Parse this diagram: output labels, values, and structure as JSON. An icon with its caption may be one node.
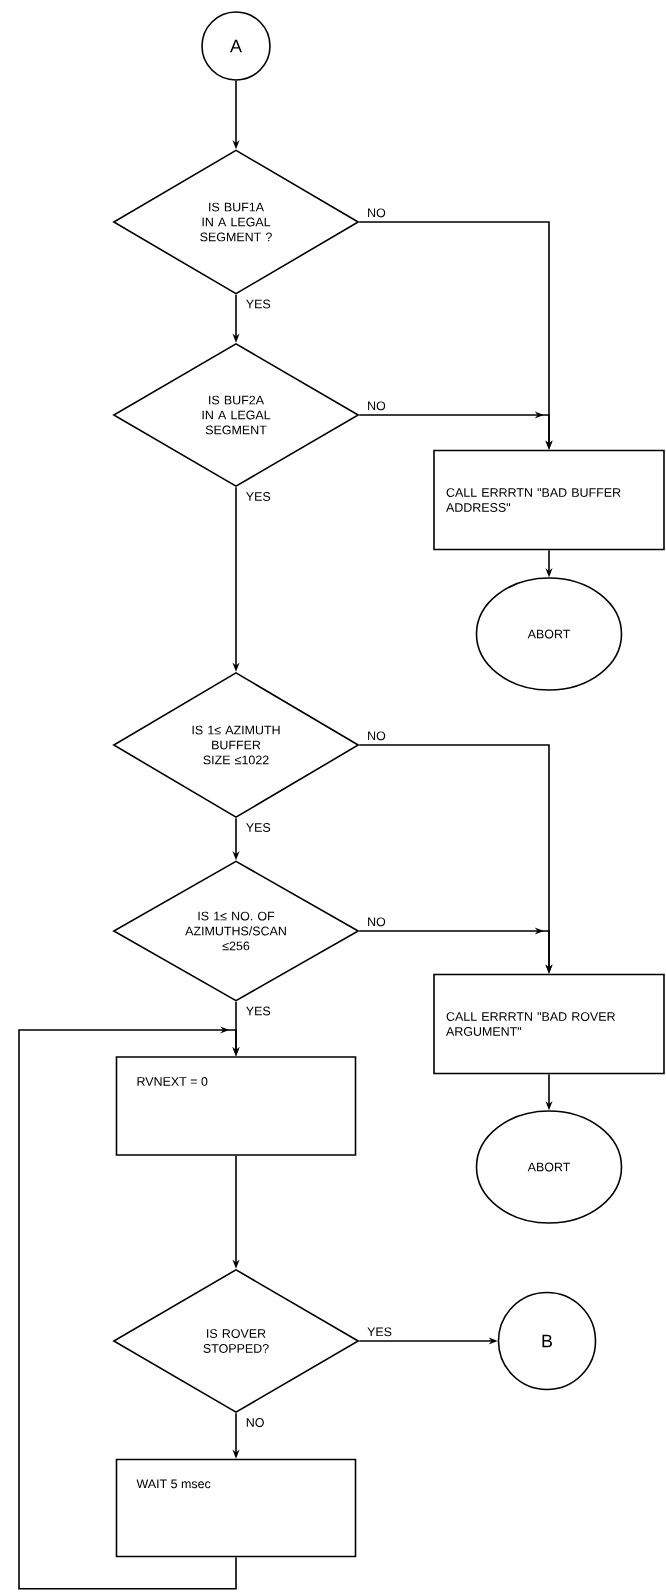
{
  "diagram": {
    "nodes": [
      {
        "text": [
          "A"
        ]
      },
      {
        "text": [
          "IS BUF1A IN A LEGAL SEGMENT ?"
        ]
      },
      {
        "text": [
          "IS BUF2A IN A LEGAL SEGMENT"
        ]
      },
      {
        "text": [
          "CALL ERRRTN \"BAD BUFFER ADDRESS\""
        ]
      },
      {
        "text": [
          "ABORT"
        ]
      },
      {
        "text": [
          "IS 1≤ AZIMUTH BUFFER SIZE ≤1022"
        ]
      },
      {
        "text": [
          "IS 1≤ NO. OF AZIMUTHS/SCAN ≤256"
        ]
      },
      {
        "text": [
          "CALL ERRRTN \"BAD ROVER ARGUMENT\""
        ]
      },
      {
        "text": [
          "ABORT"
        ]
      },
      {
        "text": [
          "RVNEXT = 0"
        ]
      },
      {
        "text": [
          "IS ROVER STOPPED?"
        ]
      },
      {
        "text": [
          "B"
        ]
      },
      {
        "text": [
          "WAIT 5 msec"
        ]
      }
    ],
    "edges": [
      {
        "from": 0,
        "to": 1,
        "arrow": "to"
      },
      {
        "from": 1,
        "to": 3,
        "arrow": "to",
        "label": "NO"
      },
      {
        "from": 1,
        "to": 2,
        "arrow": "to",
        "label": "YES"
      },
      {
        "from": 2,
        "to": 3,
        "arrow": "to",
        "label": "NO"
      },
      {
        "from": 2,
        "to": 5,
        "arrow": "to",
        "label": "YES"
      },
      {
        "from": 3,
        "to": 4,
        "arrow": "to"
      },
      {
        "from": 5,
        "to": 7,
        "arrow": "to",
        "label": "NO"
      },
      {
        "from": 5,
        "to": 6,
        "arrow": "to",
        "label": "YES"
      },
      {
        "from": 6,
        "to": 7,
        "arrow": "to",
        "label": "NO"
      },
      {
        "from": 7,
        "to": 8,
        "arrow": "to"
      },
      {
        "from": 6,
        "to": 9,
        "arrow": "to",
        "label": "YES"
      },
      {
        "from": 9,
        "to": 10,
        "arrow": "to"
      },
      {
        "from": 10,
        "to": 11,
        "arrow": "to",
        "label": "YES"
      },
      {
        "from": 10,
        "to": 12,
        "arrow": "to",
        "label": "NO"
      },
      {
        "from": 12,
        "to": 9,
        "arrow": "to"
      }
    ]
  }
}
